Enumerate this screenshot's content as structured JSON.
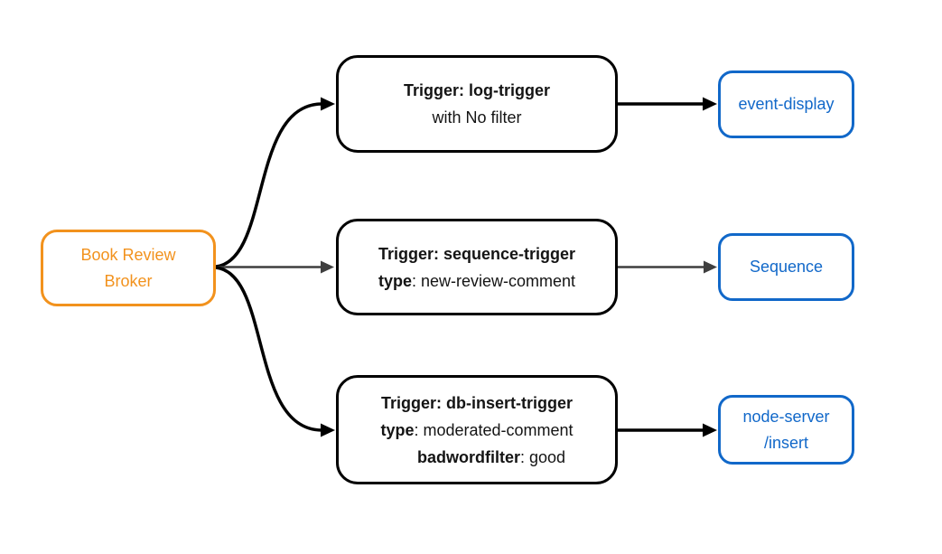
{
  "colors": {
    "accent_orange": "#f2921d",
    "accent_blue": "#1168c9",
    "edge_gray": "#3f3f3f",
    "edge_black": "#000000"
  },
  "broker": {
    "lines": [
      "Book Review",
      "Broker"
    ]
  },
  "triggers": [
    {
      "title": "Trigger: log-trigger",
      "subtitle": "with No filter"
    },
    {
      "title": "Trigger: sequence-trigger",
      "attr1_key": "type",
      "attr1_value": ": new-review-comment"
    },
    {
      "title": "Trigger: db-insert-trigger",
      "attr1_key": "type",
      "attr1_value": ": moderated-comment",
      "attr2_key": "badwordfilter",
      "attr2_value": ": good"
    }
  ],
  "sinks": [
    {
      "label": "event-display"
    },
    {
      "label": "Sequence"
    },
    {
      "lines": [
        "node-server",
        "/insert"
      ]
    }
  ]
}
